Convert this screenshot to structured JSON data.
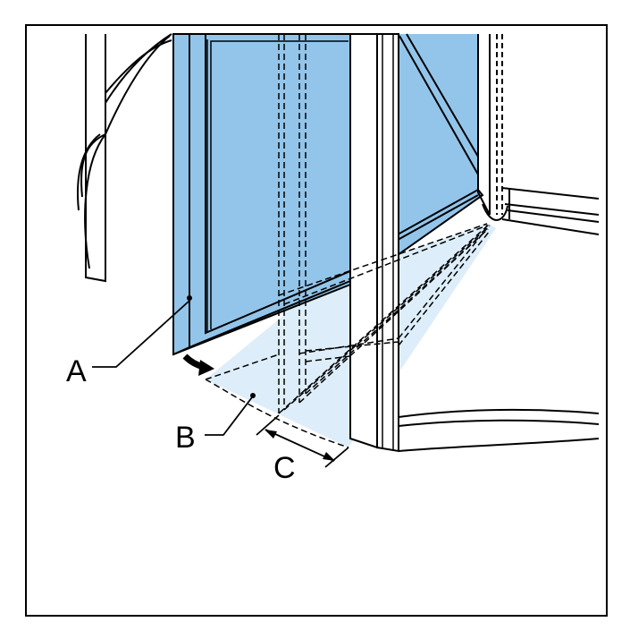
{
  "figure": {
    "labels": {
      "a": "A",
      "b": "B",
      "c": "C"
    }
  },
  "colors": {
    "glass": "#93c5ea",
    "floor_zone": "#ddeefa",
    "line": "#000000",
    "background": "#ffffff"
  }
}
